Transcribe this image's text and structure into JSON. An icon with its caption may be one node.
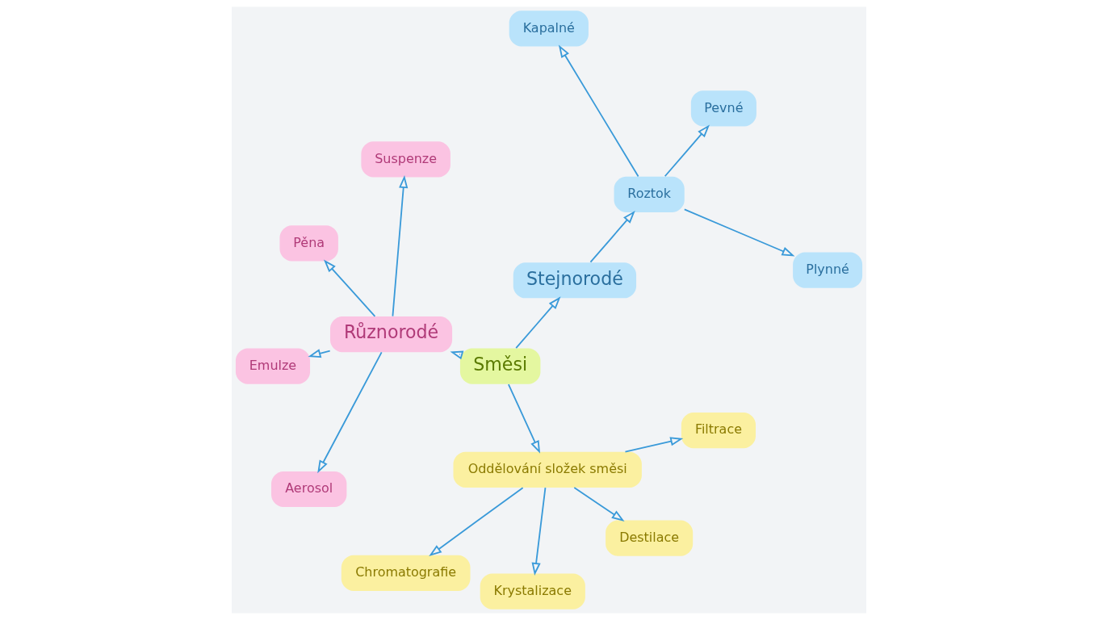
{
  "diagram": {
    "nodes": [
      {
        "text": [
          "Směsi"
        ]
      },
      {
        "text": [
          "Stejnorodé"
        ]
      },
      {
        "text": [
          "Roztok"
        ]
      },
      {
        "text": [
          "Plynné"
        ]
      },
      {
        "text": [
          "Pevné"
        ]
      },
      {
        "text": [
          "Kapalné"
        ]
      },
      {
        "text": [
          "Různorodé"
        ]
      },
      {
        "text": [
          "Suspenze"
        ]
      },
      {
        "text": [
          "Pěna"
        ]
      },
      {
        "text": [
          "Emulze"
        ]
      },
      {
        "text": [
          "Aerosol"
        ]
      },
      {
        "text": [
          "Oddělování složek směsi"
        ]
      },
      {
        "text": [
          "Chromatografie"
        ]
      },
      {
        "text": [
          "Krystalizace"
        ]
      },
      {
        "text": [
          "Destilace"
        ]
      },
      {
        "text": [
          "Filtrace"
        ]
      }
    ],
    "edges": [
      {
        "from": 0,
        "to": 1,
        "arrow": "to"
      },
      {
        "from": 1,
        "to": 2,
        "arrow": "to"
      },
      {
        "from": 2,
        "to": 3,
        "arrow": "to"
      },
      {
        "from": 2,
        "to": 4,
        "arrow": "to"
      },
      {
        "from": 2,
        "to": 5,
        "arrow": "to"
      },
      {
        "from": 0,
        "to": 6,
        "arrow": "to"
      },
      {
        "from": 6,
        "to": 7,
        "arrow": "to"
      },
      {
        "from": 6,
        "to": 8,
        "arrow": "to"
      },
      {
        "from": 6,
        "to": 9,
        "arrow": "to"
      },
      {
        "from": 6,
        "to": 10,
        "arrow": "to"
      },
      {
        "from": 0,
        "to": 11,
        "arrow": "to"
      },
      {
        "from": 11,
        "to": 12,
        "arrow": "to"
      },
      {
        "from": 11,
        "to": 13,
        "arrow": "to"
      },
      {
        "from": 11,
        "to": 14,
        "arrow": "to"
      },
      {
        "from": 11,
        "to": 15,
        "arrow": "to"
      }
    ]
  }
}
